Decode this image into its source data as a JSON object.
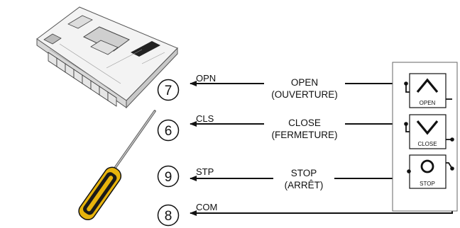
{
  "terminals": [
    {
      "number": "7",
      "signal": "OPN"
    },
    {
      "number": "6",
      "signal": "CLS"
    },
    {
      "number": "9",
      "signal": "STP"
    },
    {
      "number": "8",
      "signal": "COM"
    }
  ],
  "wire_labels": [
    {
      "line1": "OPEN",
      "line2": "(OUVERTURE)"
    },
    {
      "line1": "CLOSE",
      "line2": "(FERMETURE)"
    },
    {
      "line1": "STOP",
      "line2": "(ARRÊT)"
    }
  ],
  "buttons": [
    {
      "label": "OPEN",
      "icon": "up-arrow-icon"
    },
    {
      "label": "CLOSE",
      "icon": "down-arrow-icon"
    },
    {
      "label": "STOP",
      "icon": "circle-icon"
    }
  ],
  "colors": {
    "line": "#111111",
    "screwdriver_handle": "#e8b40c",
    "screwdriver_grip": "#1a1a1a",
    "board": "#f2f2f2"
  }
}
